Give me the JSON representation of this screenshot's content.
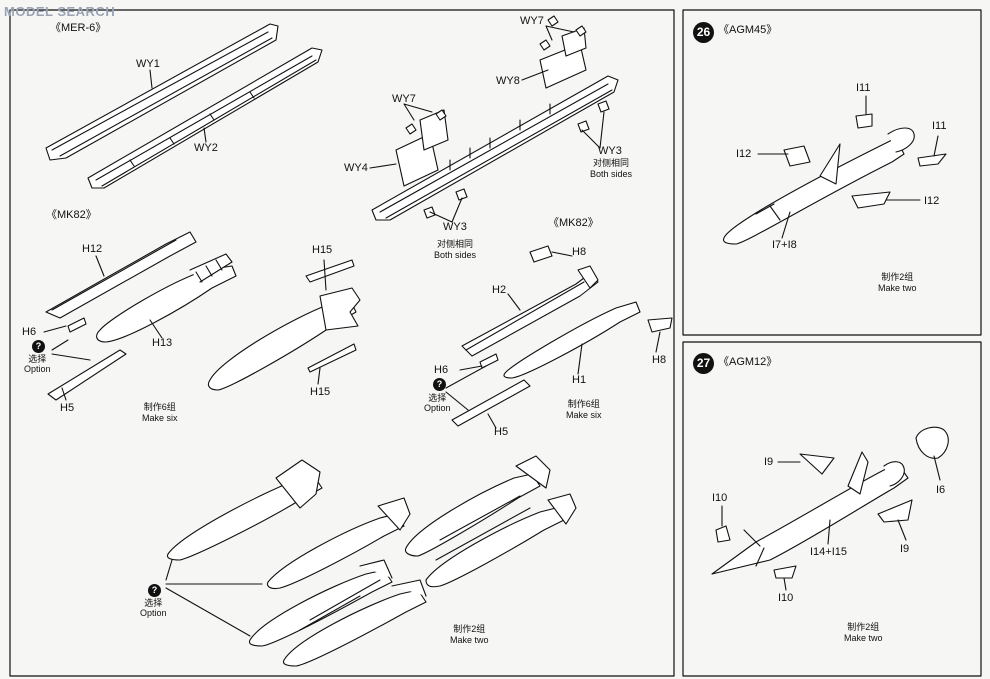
{
  "watermark": "MODEL SEARCH",
  "sections": {
    "mer6": {
      "title": "《MER-6》"
    },
    "mk82_left": {
      "title": "《MK82》"
    },
    "mk82_right": {
      "title": "《MK82》"
    },
    "agm45": {
      "step": "26",
      "title": "《AGM45》"
    },
    "agm12": {
      "step": "27",
      "title": "《AGM12》"
    }
  },
  "labels": {
    "wy1": "WY1",
    "wy2": "WY2",
    "wy7a": "WY7",
    "wy7b": "WY7",
    "wy8": "WY8",
    "wy4": "WY4",
    "wy3a": "WY3",
    "wy3b": "WY3",
    "h12": "H12",
    "h13": "H13",
    "h6a": "H6",
    "h5a": "H5",
    "h15a": "H15",
    "h15b": "H15",
    "h8a": "H8",
    "h8b": "H8",
    "h2": "H2",
    "h1": "H1",
    "h6b": "H6",
    "h5b": "H5",
    "i11a": "I11",
    "i11b": "I11",
    "i12a": "I12",
    "i12b": "I12",
    "i7i8": "I7+I8",
    "i9a": "I9",
    "i9b": "I9",
    "i6": "I6",
    "i10a": "I10",
    "i10b": "I10",
    "i14i15": "I14+I15"
  },
  "notes": {
    "both_sides_1": {
      "cn": "对侧相同",
      "en": "Both sides"
    },
    "both_sides_2": {
      "cn": "对侧相同",
      "en": "Both sides"
    },
    "make_six_1": {
      "cn": "制作6组",
      "en": "Make six"
    },
    "make_six_2": {
      "cn": "制作6组",
      "en": "Make six"
    },
    "make_two_1": {
      "cn": "制作2组",
      "en": "Make two"
    },
    "make_two_2": {
      "cn": "制作2组",
      "en": "Make two"
    },
    "make_two_3": {
      "cn": "制作2组",
      "en": "Make two"
    }
  },
  "options": {
    "opt1": {
      "q": "?",
      "cn": "选择",
      "en": "Option"
    },
    "opt2": {
      "q": "?",
      "cn": "选择",
      "en": "Option"
    },
    "opt3": {
      "q": "?",
      "cn": "选择",
      "en": "Option"
    }
  }
}
